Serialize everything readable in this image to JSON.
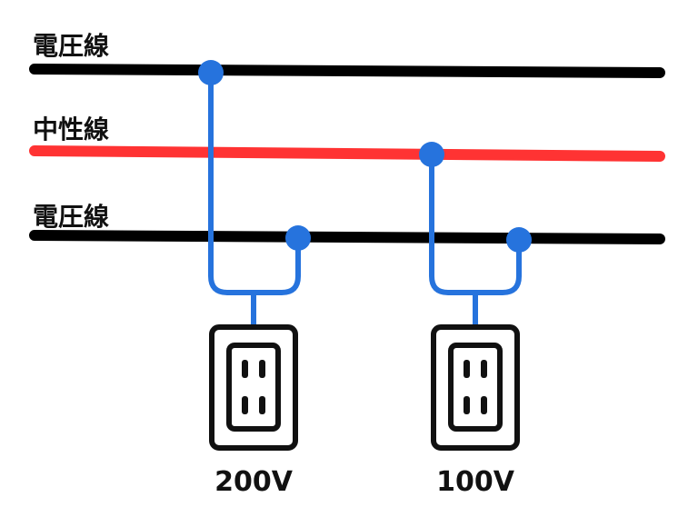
{
  "wires": [
    {
      "label": "電圧線",
      "color": "#000000"
    },
    {
      "label": "中性線",
      "color": "#ff3333"
    },
    {
      "label": "電圧線",
      "color": "#000000"
    }
  ],
  "connector_color": "#2673dd",
  "outlets": [
    {
      "label": "200V"
    },
    {
      "label": "100V"
    }
  ]
}
